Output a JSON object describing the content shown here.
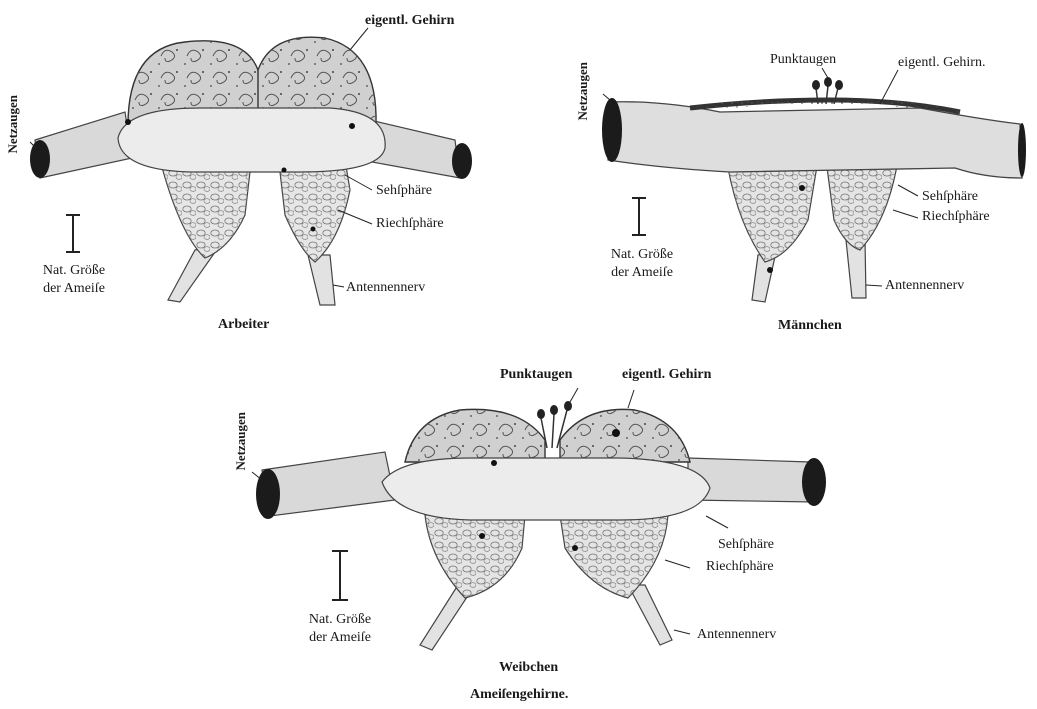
{
  "figure_caption": "Ameiſengehirne.",
  "panels": {
    "arbeiter": {
      "caption": "Arbeiter",
      "labels": {
        "netzaugen": "Netzaugen",
        "gehirn": "eigentl. Gehirn",
        "sehsphaere": "Sehſphäre",
        "riechsphaere": "Riechſphäre",
        "antennennerv": "Antennennerv",
        "scale_line1": "Nat. Größe",
        "scale_line2": "der Ameiſe"
      }
    },
    "maennchen": {
      "caption": "Männchen",
      "labels": {
        "netzaugen": "Netzaugen",
        "punktaugen": "Punktaugen",
        "gehirn": "eigentl. Gehirn.",
        "sehsphaere": "Sehſphäre",
        "riechsphaere": "Riechſphäre",
        "antennennerv": "Antennennerv",
        "scale_line1": "Nat. Größe",
        "scale_line2": "der Ameiſe"
      }
    },
    "weibchen": {
      "caption": "Weibchen",
      "labels": {
        "netzaugen": "Netzaugen",
        "punktaugen": "Punktaugen",
        "gehirn": "eigentl. Gehirn",
        "sehsphaere": "Sehſphäre",
        "riechsphaere": "Riechſphäre",
        "antennennerv": "Antennennerv",
        "scale_line1": "Nat. Größe",
        "scale_line2": "der Ameiſe"
      }
    }
  }
}
